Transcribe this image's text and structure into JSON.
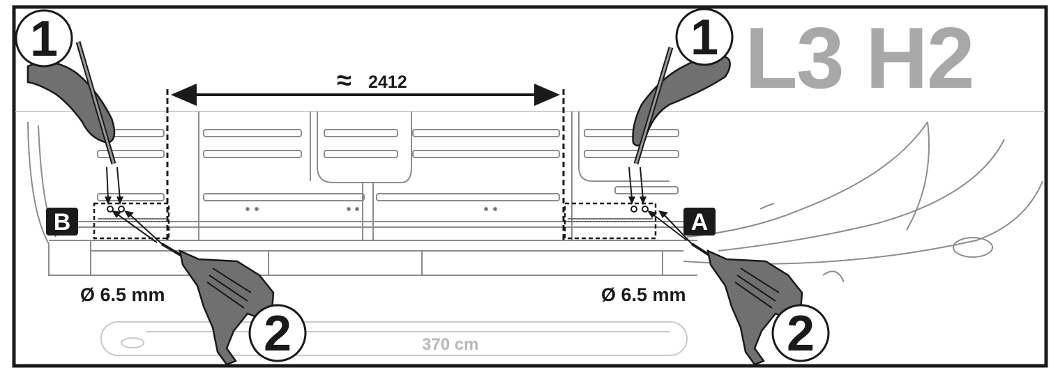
{
  "model_code": "L3 H2",
  "dimension": {
    "symbol": "≈",
    "value": "2412"
  },
  "steps": {
    "mark": "1",
    "drill": "2"
  },
  "points": {
    "left": "B",
    "right": "A"
  },
  "drill_size": {
    "left": "Ø 6.5 mm",
    "right": "Ø 6.5 mm"
  },
  "awning_length": "370 cm",
  "colors": {
    "line": "#1a1a1a",
    "hand": "#707070",
    "title": "#a8a8a8",
    "faint": "#c8c8c8",
    "label_bg": "#1a1a1a"
  }
}
